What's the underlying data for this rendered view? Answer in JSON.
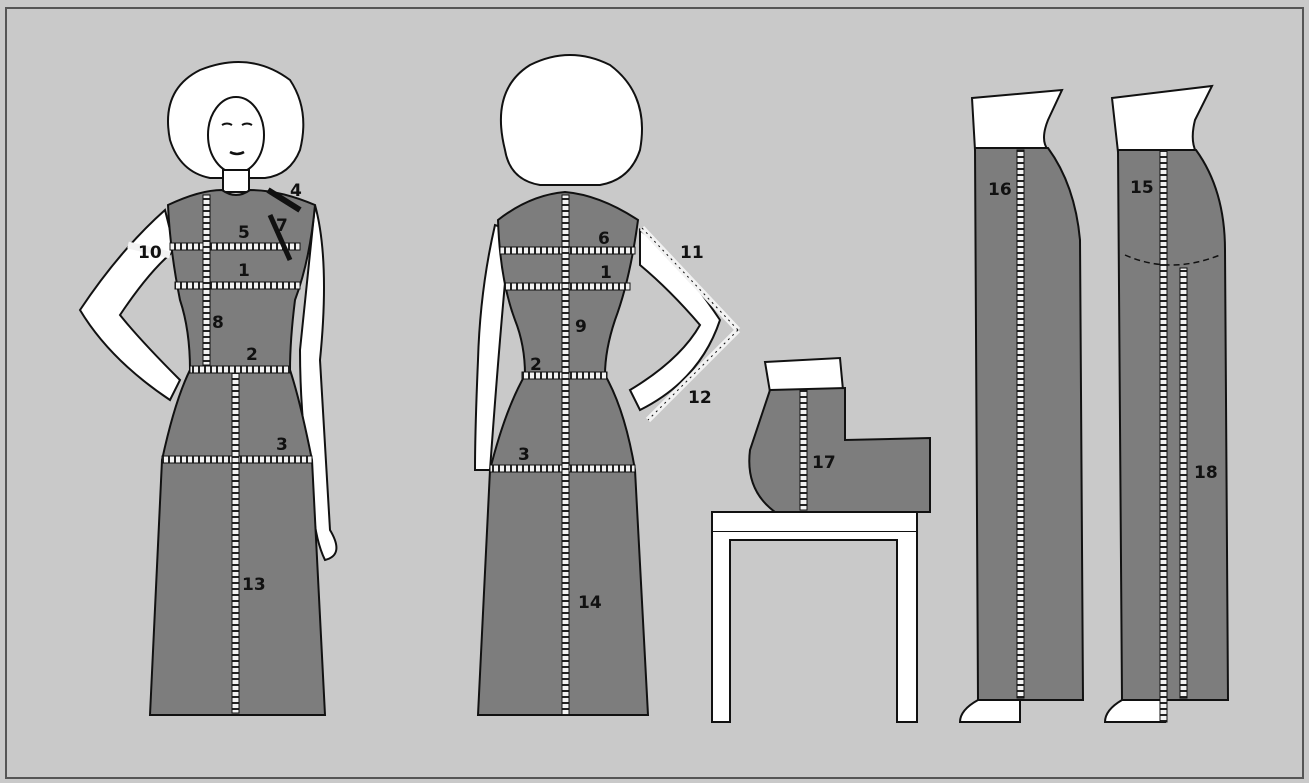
{
  "colors": {
    "background": "#c9c9c9",
    "garment": "#7d7d7d",
    "skin": "#ffffff",
    "outline": "#111111",
    "tape": "#f2f2f2"
  },
  "figures": [
    {
      "id": "front-view",
      "labels": [
        "1",
        "2",
        "3",
        "4",
        "5",
        "7",
        "8",
        "10",
        "13"
      ]
    },
    {
      "id": "back-view",
      "labels": [
        "1",
        "2",
        "3",
        "6",
        "9",
        "11",
        "12",
        "14"
      ]
    },
    {
      "id": "seated-view",
      "labels": [
        "17"
      ]
    },
    {
      "id": "trouser-side-view",
      "labels": [
        "16"
      ]
    },
    {
      "id": "trouser-front-view",
      "labels": [
        "15",
        "18"
      ]
    }
  ],
  "markers": {
    "m1": "1",
    "m2": "2",
    "m3": "3",
    "m4": "4",
    "m5": "5",
    "m6": "6",
    "m7": "7",
    "m8": "8",
    "m9": "9",
    "m10": "10",
    "m11": "11",
    "m12": "12",
    "m13": "13",
    "m14": "14",
    "m15": "15",
    "m16": "16",
    "m17": "17",
    "m18": "18"
  }
}
